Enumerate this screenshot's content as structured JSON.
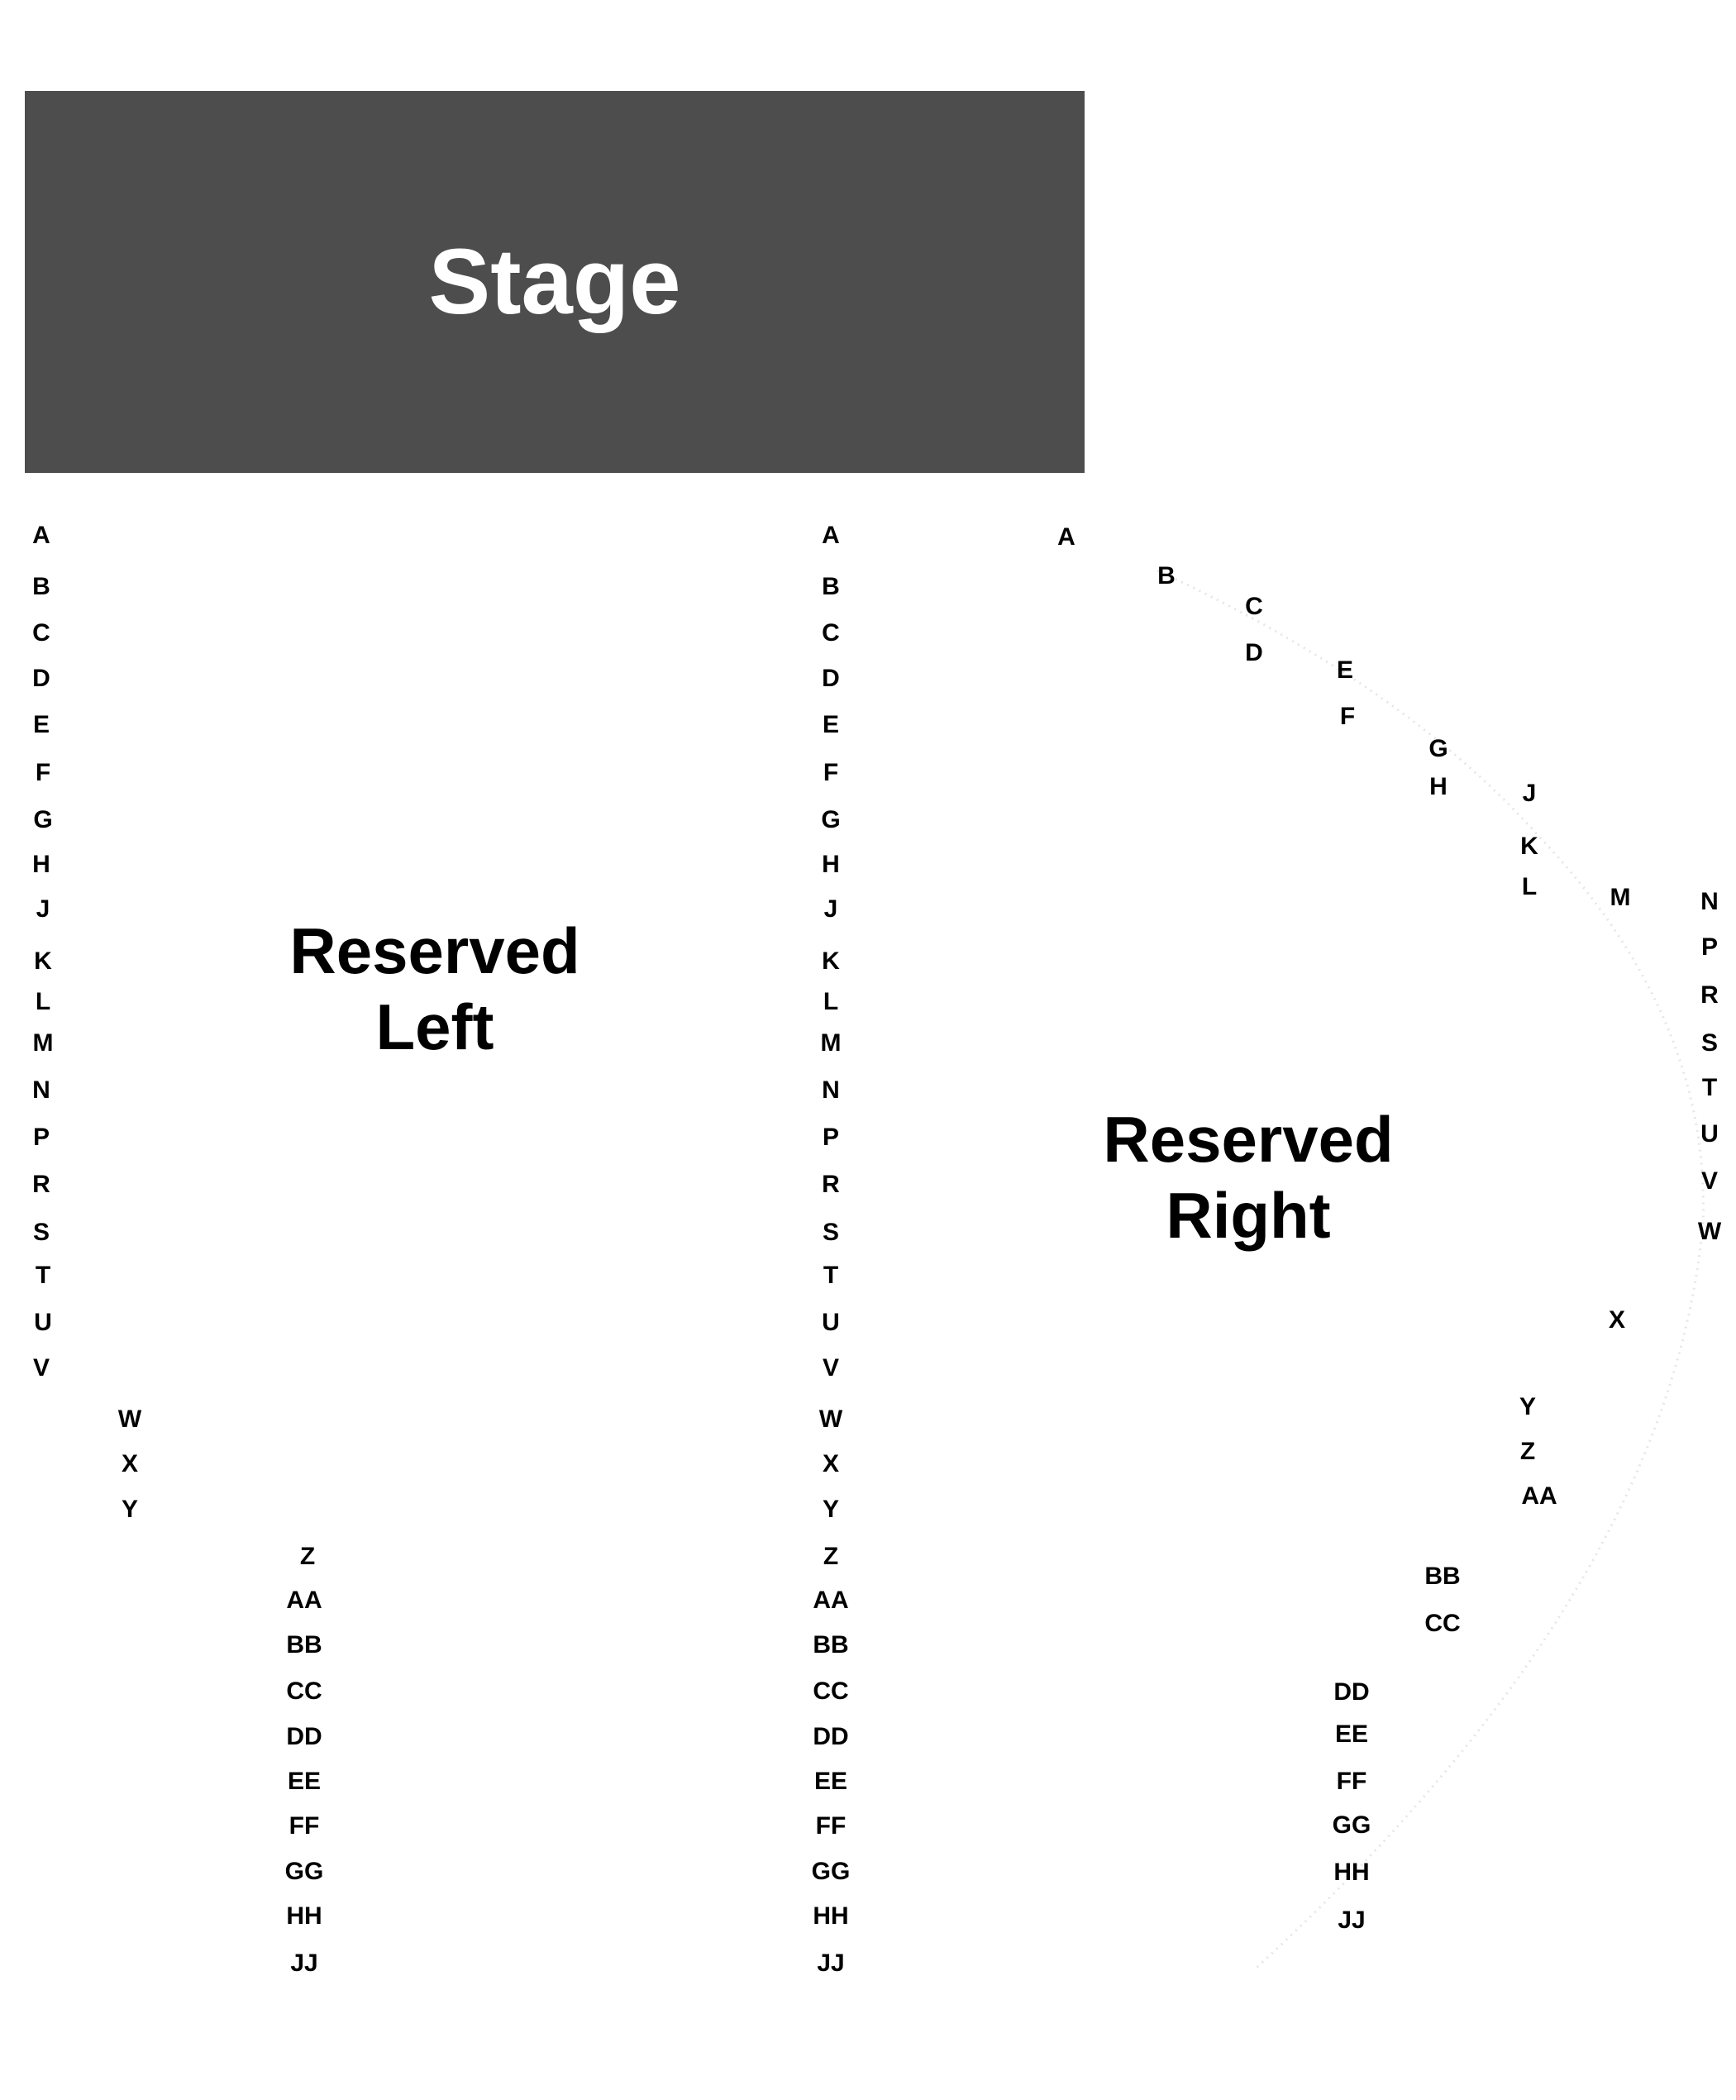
{
  "stage": {
    "label": "Stage",
    "fill": "#4d4d4d",
    "text_color": "#ffffff"
  },
  "sections": {
    "left": {
      "line1": "Reserved",
      "line2": "Left"
    },
    "right": {
      "line1": "Reserved",
      "line2": "Right"
    }
  },
  "rows": {
    "left_outer": [
      "A",
      "B",
      "C",
      "D",
      "E",
      "F",
      "G",
      "H",
      "J",
      "K",
      "L",
      "M",
      "N",
      "P",
      "R",
      "S",
      "T",
      "U",
      "V",
      "W",
      "X",
      "Y",
      "Z",
      "AA",
      "BB",
      "CC",
      "DD",
      "EE",
      "FF",
      "GG",
      "HH",
      "JJ"
    ],
    "left_aisle": [
      "A",
      "B",
      "C",
      "D",
      "E",
      "F",
      "G",
      "H",
      "J",
      "K",
      "L",
      "M",
      "N",
      "P",
      "R",
      "S",
      "T",
      "U",
      "V",
      "W",
      "X",
      "Y",
      "Z",
      "AA",
      "BB",
      "CC",
      "DD",
      "EE",
      "FF",
      "GG",
      "HH",
      "JJ"
    ],
    "right_curve": [
      "A",
      "B",
      "C",
      "D",
      "E",
      "F",
      "G",
      "H",
      "J",
      "K",
      "L",
      "M",
      "N",
      "P",
      "R",
      "S",
      "T",
      "U",
      "V",
      "W",
      "X",
      "Y",
      "Z",
      "AA",
      "BB",
      "CC",
      "DD",
      "EE",
      "FF",
      "GG",
      "HH",
      "JJ"
    ]
  },
  "colors": {
    "text": "#000000",
    "background": "#ffffff",
    "curve": "#e6e6e6"
  }
}
